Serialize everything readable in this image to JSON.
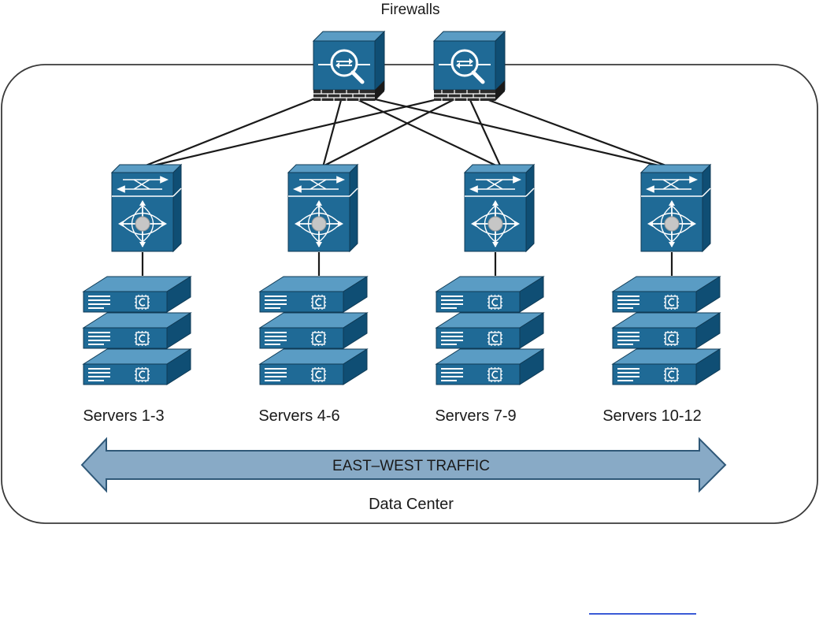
{
  "title": "Firewalls",
  "container_label": "Data Center",
  "traffic_label": "EAST–WEST TRAFFIC",
  "firewalls": [
    {
      "icon": "firewall-icon"
    },
    {
      "icon": "firewall-icon"
    }
  ],
  "switches": [
    {
      "icon": "switch-icon"
    },
    {
      "icon": "switch-icon"
    },
    {
      "icon": "switch-icon"
    },
    {
      "icon": "switch-icon"
    }
  ],
  "server_groups": [
    {
      "label": "Servers 1-3",
      "icon": "server-stack-icon"
    },
    {
      "label": "Servers 4-6",
      "icon": "server-stack-icon"
    },
    {
      "label": "Servers 7-9",
      "icon": "server-stack-icon"
    },
    {
      "label": "Servers 10-12",
      "icon": "server-stack-icon"
    }
  ],
  "colors": {
    "device_blue": "#1f6a96",
    "device_top": "#5a9cc4",
    "device_side": "#0f4e74",
    "arrow_fill": "#88aac6",
    "arrow_stroke": "#2f5878",
    "brick": "#2b2b2b"
  }
}
